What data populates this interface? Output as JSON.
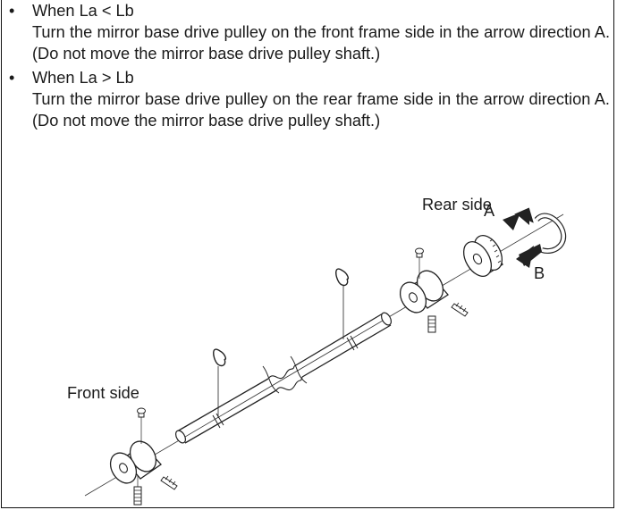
{
  "bullets": [
    {
      "marker": "•",
      "heading": "When La < Lb",
      "body": "Turn the mirror base drive pulley on the front frame side in the arrow direction A. (Do not move the mirror base drive pulley shaft.)"
    },
    {
      "marker": "•",
      "heading": "When La > Lb",
      "body": "Turn the mirror base drive pulley on the rear frame side in the arrow direction A. (Do not move the mirror base drive pulley shaft.)"
    }
  ],
  "figure": {
    "rear_label": "Rear side",
    "front_label": "Front side",
    "arrow_a_label": "A",
    "arrow_b_label": "B"
  }
}
